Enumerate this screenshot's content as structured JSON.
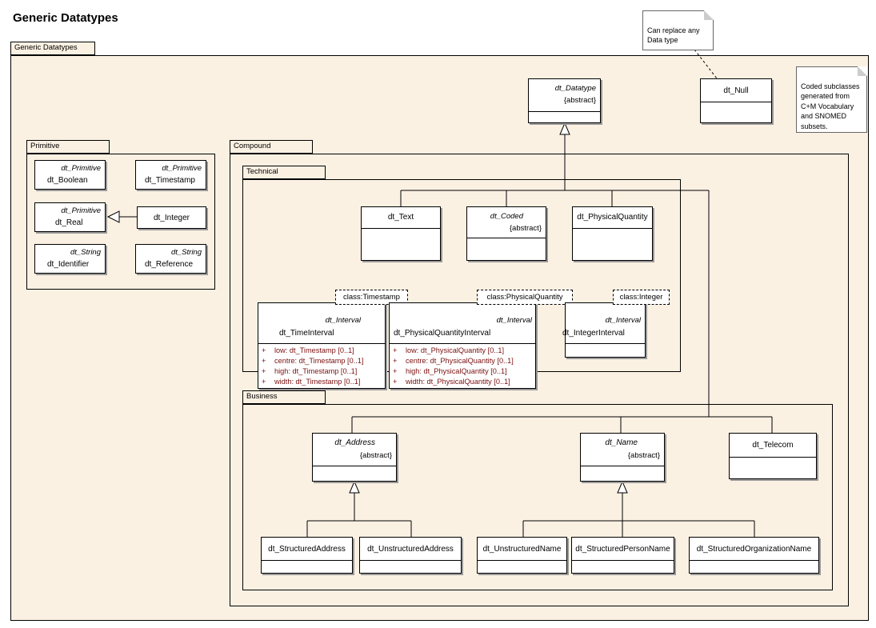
{
  "title": "Generic Datatypes",
  "packages": {
    "outer": "Generic Datatypes",
    "primitive": "Primitive",
    "compound": "Compound",
    "technical": "Technical",
    "business": "Business"
  },
  "notes": {
    "replace": "Can replace any\nData type",
    "coded": "Coded subclasses\ngenerated from\nC+M Vocabulary\nand SNOMED\nsubsets."
  },
  "classes": {
    "datatype": {
      "stereotype": "dt_Datatype",
      "abstract": "{abstract}"
    },
    "null": {
      "name": "dt_Null"
    },
    "boolean": {
      "stereotype": "dt_Primitive",
      "name": "dt_Boolean"
    },
    "timestamp": {
      "stereotype": "dt_Primitive",
      "name": "dt_Timestamp"
    },
    "real": {
      "stereotype": "dt_Primitive",
      "name": "dt_Real"
    },
    "integer": {
      "name": "dt_Integer"
    },
    "identifier": {
      "stereotype": "dt_String",
      "name": "dt_Identifier"
    },
    "reference": {
      "stereotype": "dt_String",
      "name": "dt_Reference"
    },
    "text": {
      "name": "dt_Text"
    },
    "coded": {
      "stereotype": "dt_Coded",
      "abstract": "{abstract}"
    },
    "physical_quantity": {
      "name": "dt_PhysicalQuantity"
    },
    "time_interval": {
      "template": "class:Timestamp",
      "stereotype": "dt_Interval",
      "name": "dt_TimeInterval",
      "attributes": [
        "low:  dt_Timestamp [0..1]",
        "centre:  dt_Timestamp [0..1]",
        "high:  dt_Timestamp [0..1]",
        "width:  dt_Timestamp [0..1]"
      ]
    },
    "pq_interval": {
      "template": "class:PhysicalQuantity",
      "stereotype": "dt_Interval",
      "name": "dt_PhysicalQuantityInterval",
      "attributes": [
        "low:  dt_PhysicalQuantity [0..1]",
        "centre:  dt_PhysicalQuantity [0..1]",
        "high:  dt_PhysicalQuantity [0..1]",
        "width:  dt_PhysicalQuantity [0..1]"
      ]
    },
    "integer_interval": {
      "template": "class:Integer",
      "stereotype": "dt_Interval",
      "name": "dt_IntegerInterval"
    },
    "address": {
      "stereotype": "dt_Address",
      "abstract": "{abstract}"
    },
    "name": {
      "stereotype": "dt_Name",
      "abstract": "{abstract}"
    },
    "telecom": {
      "name": "dt_Telecom"
    },
    "structured_address": {
      "name": "dt_StructuredAddress"
    },
    "unstructured_address": {
      "name": "dt_UnstructuredAddress"
    },
    "unstructured_name": {
      "name": "dt_UnstructuredName"
    },
    "structured_person_name": {
      "name": "dt_StructuredPersonName"
    },
    "structured_org_name": {
      "name": "dt_StructuredOrganizationName"
    }
  },
  "attr_marker": "+"
}
